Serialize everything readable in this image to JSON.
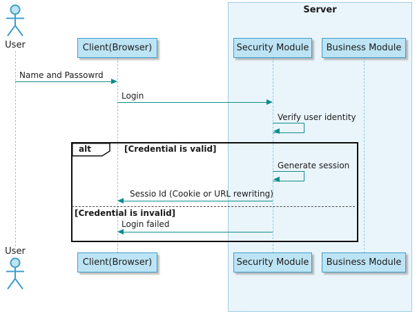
{
  "diagram": {
    "server_frame": {
      "title": "Server"
    },
    "actors": {
      "user_top": "User",
      "user_bottom": "User"
    },
    "participants": [
      {
        "id": "client",
        "label": "Client(Browser)"
      },
      {
        "id": "security",
        "label": "Security Module"
      },
      {
        "id": "business",
        "label": "Business Module"
      }
    ],
    "messages": {
      "m1": "Name and Passowrd",
      "m2": "Login",
      "m3": "Verify user identity",
      "m4": "Generate session",
      "m5": "Sessio Id (Cookie or URL rewriting)",
      "m6": "Login failed"
    },
    "alt": {
      "label": "alt",
      "condition_valid": "[Credential is valid]",
      "condition_invalid": "[Credential is invalid]"
    }
  },
  "colors": {
    "box_fill": "#bde4f4",
    "box_border": "#3d9cc9",
    "frame_fill": "#eaf5fb",
    "frame_border": "#9ccde4",
    "lifeline": "#8fc8e0",
    "arrow": "#0e8c8c",
    "text": "#1a1a1a"
  }
}
